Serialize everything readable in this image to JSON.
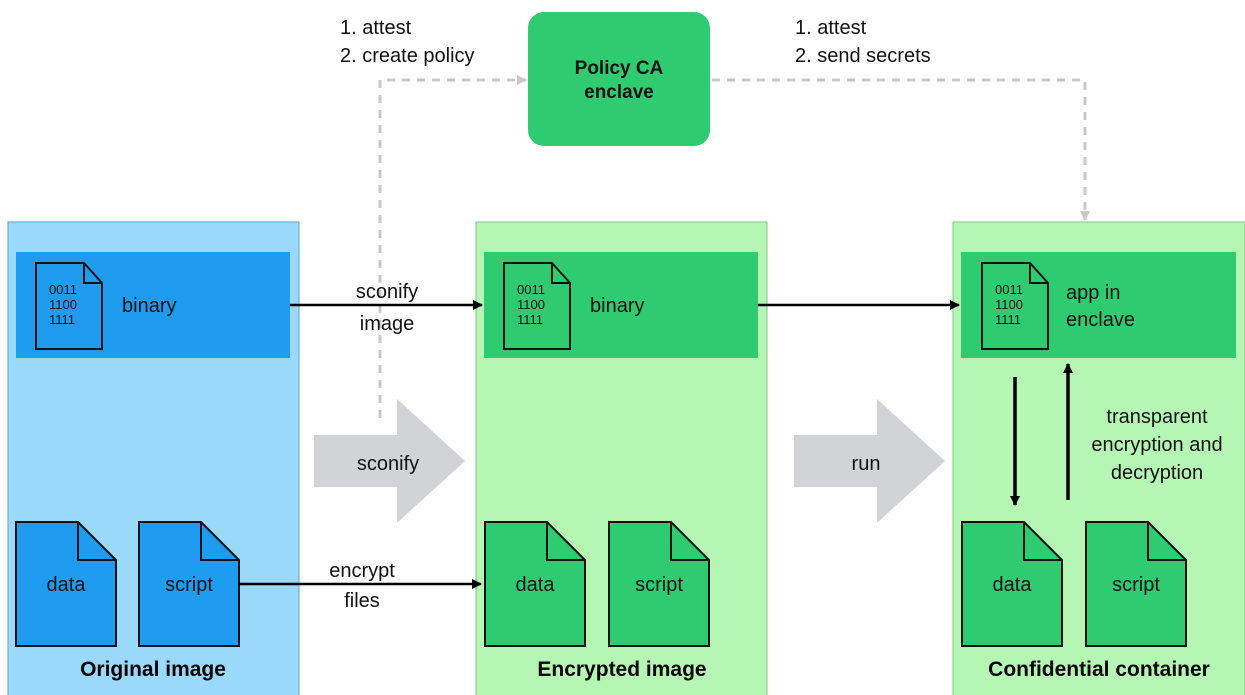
{
  "policy_ca": {
    "label_line1": "Policy CA",
    "label_line2": "enclave",
    "left_steps": [
      "1. attest",
      "2. create policy"
    ],
    "right_steps": [
      "1. attest",
      "2. send secrets"
    ]
  },
  "panels": {
    "original": {
      "title": "Original image",
      "binary_label": "binary",
      "data_label": "data",
      "script_label": "script"
    },
    "encrypted": {
      "title": "Encrypted image",
      "binary_label": "binary",
      "data_label": "data",
      "script_label": "script"
    },
    "confidential": {
      "title": "Confidential container",
      "binary_label_line1": "app in",
      "binary_label_line2": "enclave",
      "data_label": "data",
      "script_label": "script"
    }
  },
  "binary_code": [
    "0011",
    "1100",
    "1111"
  ],
  "arrows": {
    "sconify_image": [
      "sconify",
      "image"
    ],
    "encrypt_files": [
      "encrypt",
      "files"
    ],
    "big_sconify": "sconify",
    "big_run": "run",
    "transparent": [
      "transparent",
      "encryption and",
      "decryption"
    ]
  },
  "colors": {
    "original_panel": "#9bd9fb",
    "original_accent": "#1f9bf0",
    "encrypted_panel": "#b6f6b4",
    "accent_green": "#2ecb71",
    "gray_arrow": "#d1d3d6",
    "dashed": "#c8c8c8"
  }
}
